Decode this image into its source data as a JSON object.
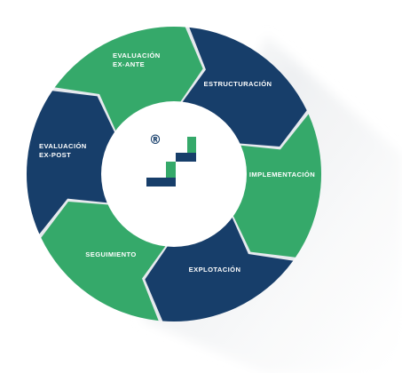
{
  "diagram": {
    "colors": {
      "navy": "#173e6a",
      "green": "#35a96a",
      "ring_gap": "#e6e9ee",
      "center": "#ffffff",
      "shadow": "#e9eaec"
    },
    "center_logo": {
      "registered_mark": "®",
      "icon": "stairs-logo-icon"
    },
    "stages": [
      {
        "id": "evaluacion-ex-ante",
        "lines": [
          "EVALUACIÓN",
          "EX-ANTE"
        ],
        "color": "green"
      },
      {
        "id": "estructuracion",
        "lines": [
          "ESTRUCTURACIÓN"
        ],
        "color": "navy"
      },
      {
        "id": "implementacion",
        "lines": [
          "IMPLEMENTACIÓN"
        ],
        "color": "green"
      },
      {
        "id": "explotacion",
        "lines": [
          "EXPLOTACIÓN"
        ],
        "color": "navy"
      },
      {
        "id": "seguimiento",
        "lines": [
          "SEGUIMIENTO"
        ],
        "color": "green"
      },
      {
        "id": "evaluacion-ex-post",
        "lines": [
          "EVALUACIÓN",
          "EX-POST"
        ],
        "color": "navy"
      }
    ]
  }
}
